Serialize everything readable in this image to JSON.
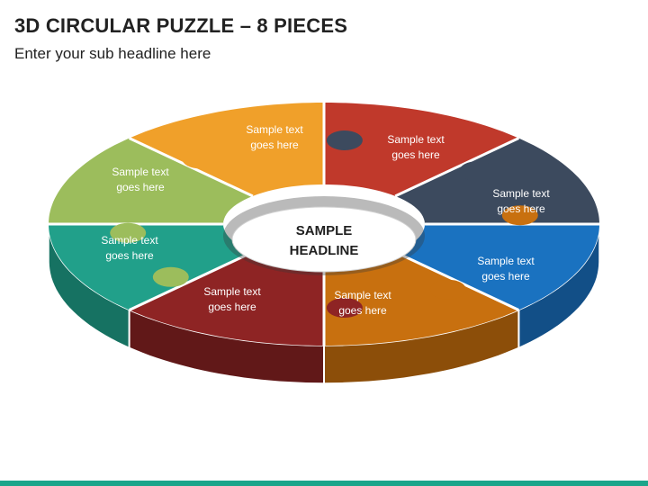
{
  "title": "3D CIRCULAR PUZZLE – 8 PIECES",
  "subtitle": "Enter your sub headline here",
  "center": {
    "line1": "SAMPLE",
    "line2": "HEADLINE"
  },
  "pieces": [
    {
      "line1": "Sample text",
      "line2": "goes here",
      "color": "#c0392b",
      "side": "#8e2920"
    },
    {
      "line1": "Sample text",
      "line2": "goes here",
      "color": "#3c4a5e",
      "side": "#28323f"
    },
    {
      "line1": "Sample text",
      "line2": "goes here",
      "color": "#1a72c0",
      "side": "#124f87"
    },
    {
      "line1": "Sample text",
      "line2": "goes here",
      "color": "#c8700f",
      "side": "#8c4e09"
    },
    {
      "line1": "Sample text",
      "line2": "goes here",
      "color": "#8e2424",
      "side": "#611818"
    },
    {
      "line1": "Sample text",
      "line2": "goes here",
      "color": "#21a08a",
      "side": "#167262"
    },
    {
      "line1": "Sample text",
      "line2": "goes here",
      "color": "#9cbd5c",
      "side": "#6f8c3c"
    },
    {
      "line1": "Sample text",
      "line2": "goes here",
      "color": "#f0a02a",
      "side": "#b8741a"
    }
  ],
  "accent_color": "#1aa58a"
}
